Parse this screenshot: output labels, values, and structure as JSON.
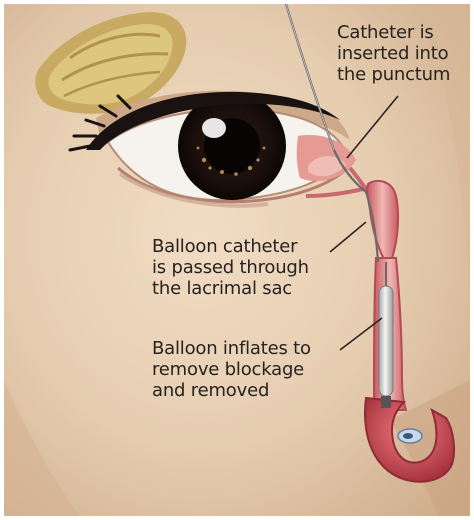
{
  "captions": {
    "punctum": "Catheter is\ninserted into\nthe punctum",
    "sac": "Balloon catheter\nis passed through\nthe lacrimal sac",
    "balloon": "Balloon inflates to\nremove blockage\nand removed"
  }
}
